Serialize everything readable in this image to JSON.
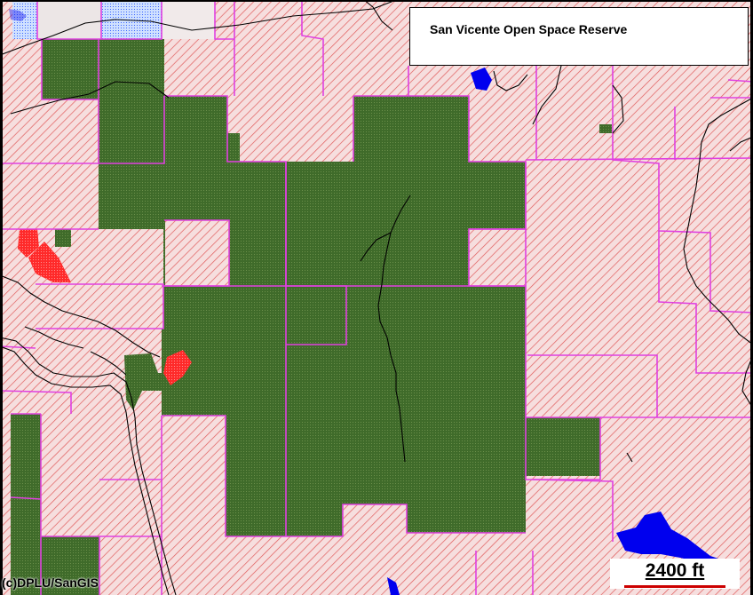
{
  "map": {
    "title": "San Vicente Open Space Reserve",
    "copyright": "(c)DPLU/SanGIS",
    "scale_label": "2400 ft"
  },
  "colors": {
    "background_private": "#f6dede",
    "hatch": "#e05a5a",
    "parcel_lines": "#e040e0",
    "preserve": "#3f6b2a",
    "water": "#0000ee",
    "development": "#ff2a2a",
    "contours": "#000000",
    "scale_bar": "#cc0000"
  },
  "icons": {
    "scale_bar": "scale-bar-icon"
  }
}
